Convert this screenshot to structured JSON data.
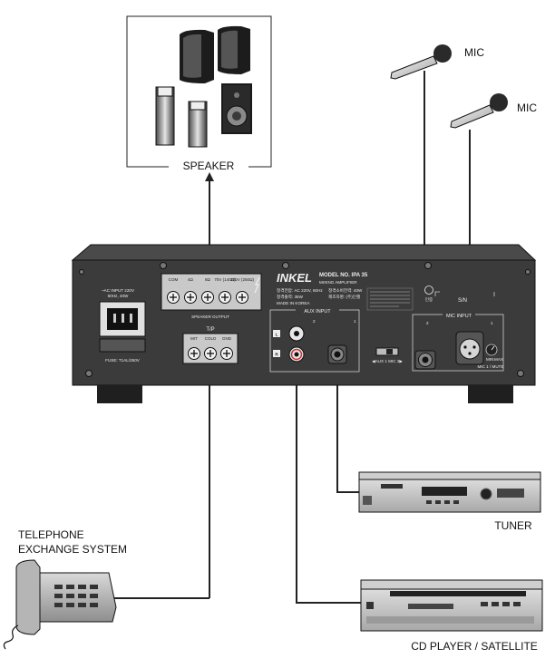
{
  "labels": {
    "speaker": "SPEAKER",
    "mic1": "MIC",
    "mic2": "MIC",
    "tuner": "TUNER",
    "telephone_line1": "TELEPHONE",
    "telephone_line2": "EXCHANGE SYSTEM",
    "cd_player": "CD PLAYER / SATELLITE"
  },
  "amplifier": {
    "brand": "INKEL",
    "model": "MODEL NO. IPA 35",
    "model_sub": "MIXING AMPLIFIER",
    "ac_input_line1": "~AC INPUT 220V",
    "ac_input_line2": "60Hz, 40W",
    "fuse": "FUSE: T1AL/250V",
    "speaker_output": "SPEAKER OUTPUT",
    "speaker_terminals": [
      "COM",
      "4Ω",
      "8Ω",
      "70V (140Ω)",
      "100V (250Ω)"
    ],
    "tp_label": "T/P",
    "tp_terminals": [
      "MIT",
      "COLD",
      "GND"
    ],
    "aux_input": "AUX INPUT",
    "aux_ch2": "2",
    "aux_ch1": "1",
    "aux_l": "L",
    "aux_r": "R",
    "switch_label": "◀AUX 1  MIC 2▶",
    "mic_input": "MIC INPUT",
    "mic_ch2": "2",
    "mic_ch1": "1",
    "sn": "S/N",
    "mic_mute": "MIC 1 / MUTE",
    "vol_min": "MIN",
    "vol_max": "MAX",
    "made_in": "MADE IN KOREA",
    "cert": "인증",
    "info_lines": [
      "정격전압: AC 220V, 60Hz",
      "정격소비전력: 40W",
      "정격출력: 35W",
      "제조자명: (주)인켈"
    ]
  },
  "colors": {
    "panel": "#3b3b3b",
    "panel_dark": "#1f1f1f",
    "line": "#222222",
    "plate": "#c9c9c9"
  }
}
